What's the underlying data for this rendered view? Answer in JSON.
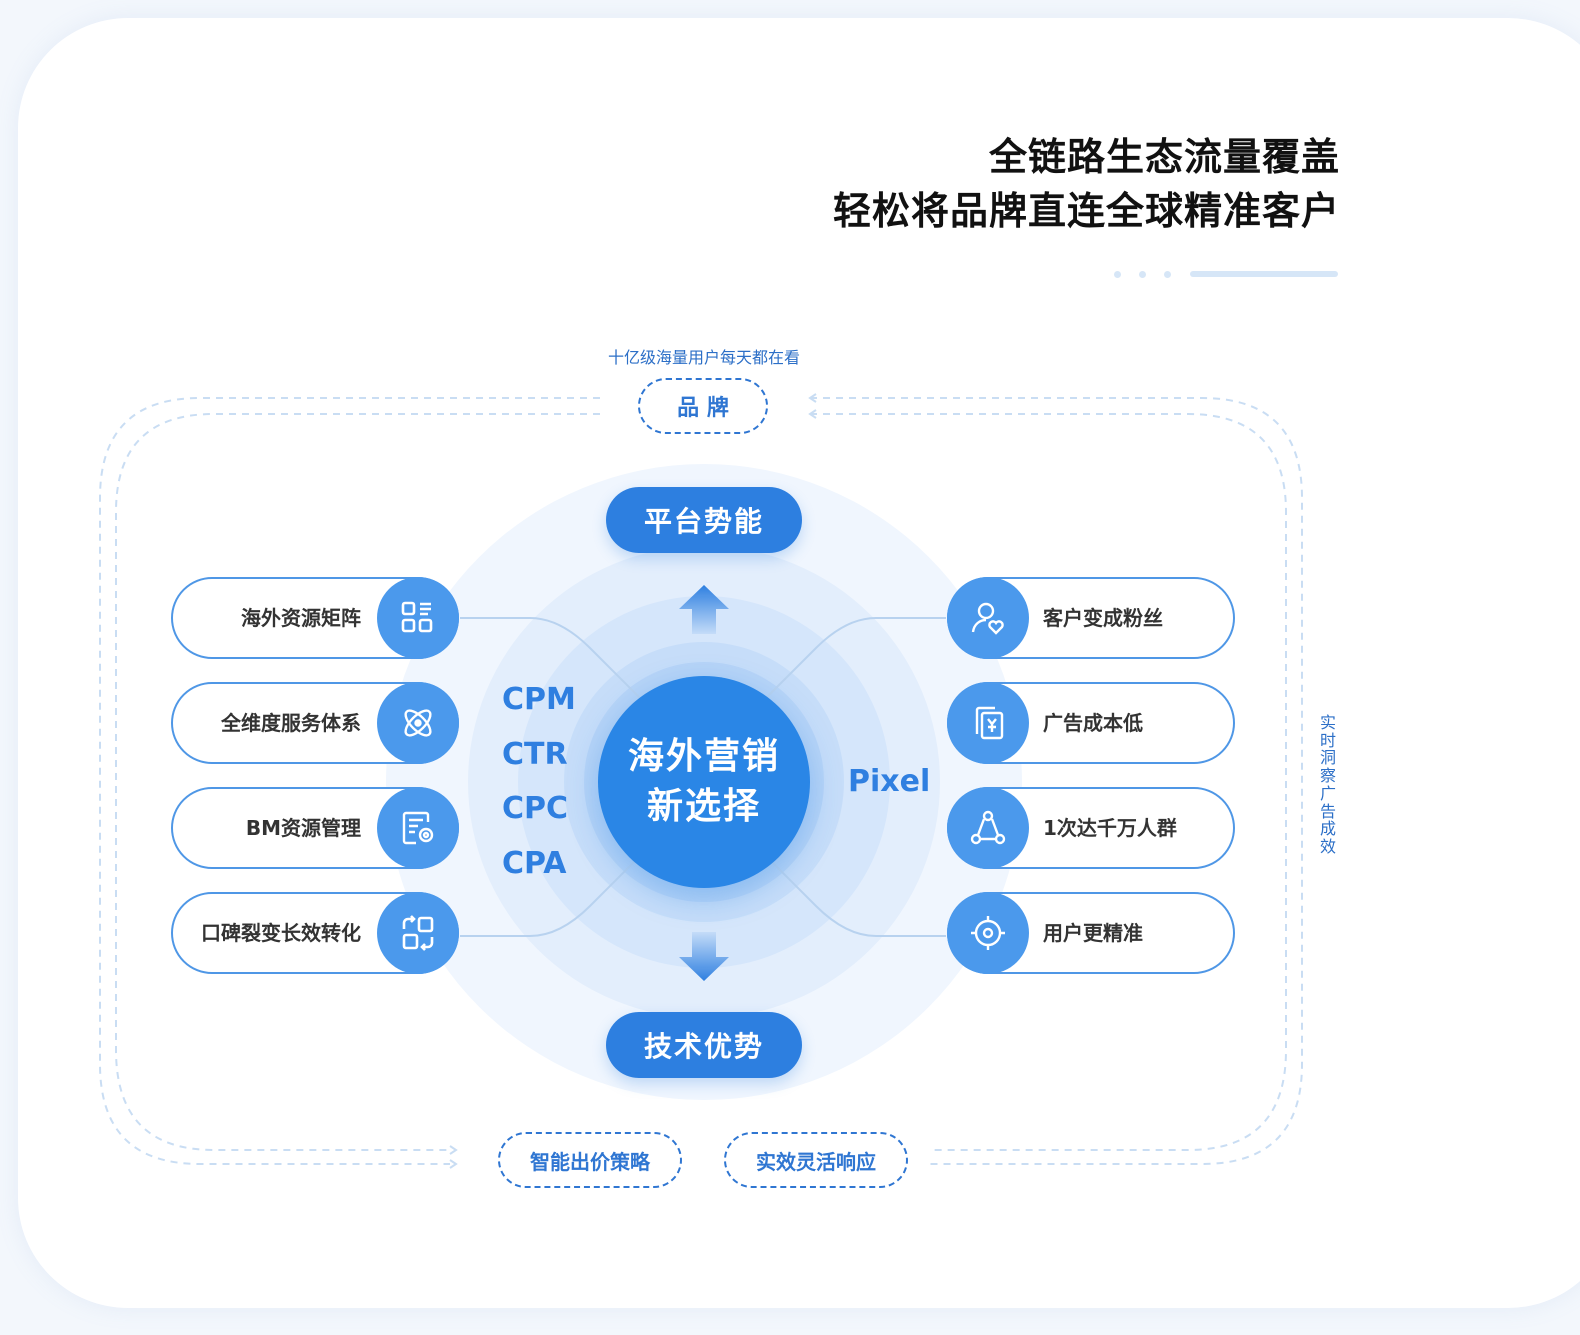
{
  "headline": {
    "line1": "全链路生态流量覆盖",
    "line2": "轻松将品牌直连全球精准客户"
  },
  "top": {
    "caption": "十亿级海量用户每天都在看",
    "brand": "品 牌"
  },
  "pillars": {
    "top": "平台势能",
    "bottom": "技术优势"
  },
  "center": {
    "line1": "海外营销",
    "line2": "新选择"
  },
  "metrics_left": [
    "CPM",
    "CTR",
    "CPC",
    "CPA"
  ],
  "metric_right": "Pixel",
  "left_items": [
    {
      "label": "海外资源矩阵",
      "icon": "grid-icon"
    },
    {
      "label": "全维度服务体系",
      "icon": "atom-icon"
    },
    {
      "label": "BM资源管理",
      "icon": "settings-doc-icon"
    },
    {
      "label": "口碑裂变长效转化",
      "icon": "refresh-blocks-icon"
    }
  ],
  "right_items": [
    {
      "label": "客户变成粉丝",
      "icon": "user-heart-icon"
    },
    {
      "label": "广告成本低",
      "icon": "yuan-docs-icon"
    },
    {
      "label": "1次达千万人群",
      "icon": "network-icon"
    },
    {
      "label": "用户更精准",
      "icon": "target-icon"
    }
  ],
  "bottom": {
    "left_pill": "智能出价策略",
    "right_pill": "实效灵活响应"
  },
  "vertical_caption": "实时洞察广告成效",
  "colors": {
    "primary": "#2d7fe0",
    "accent_text": "#2f7fe0",
    "icon_bg": "#4b99ec",
    "ring_light": "#eaf3fd"
  }
}
